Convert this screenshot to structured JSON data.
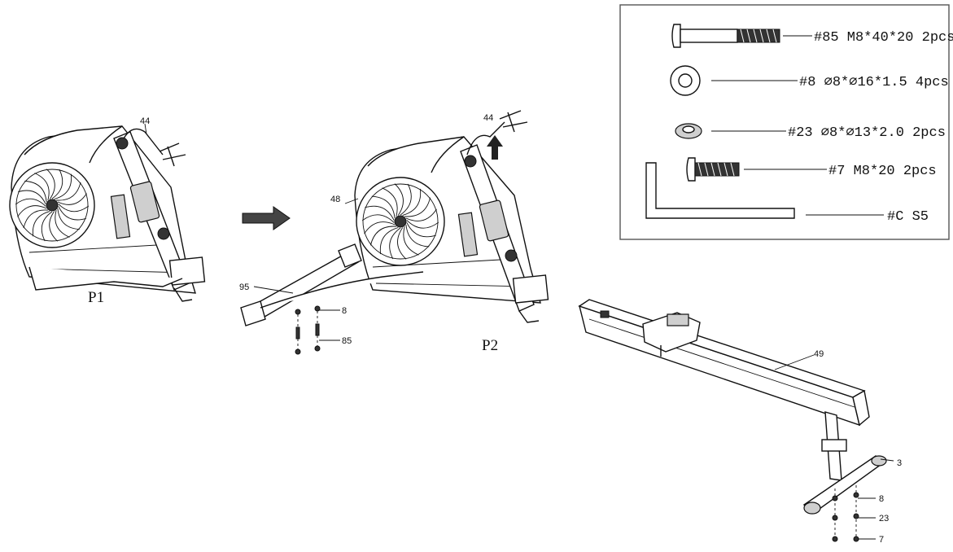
{
  "labels": {
    "p1": "P1",
    "p2": "P2"
  },
  "callouts": {
    "p1_part_44": "44",
    "p2_part_44": "44",
    "p2_part_48": "48",
    "p2_part_95": "95",
    "p2_part_8": "8",
    "p2_part_85": "85",
    "rail_part_49": "49",
    "rail_part_3": "3",
    "rail_part_8": "8",
    "rail_part_23": "23",
    "rail_part_7": "7"
  },
  "hardware_list": [
    {
      "label": "#85 M8*40*20 2pcs",
      "icon": "bolt-long-icon"
    },
    {
      "label": "#8 ∅8*∅16*1.5 4pcs",
      "icon": "flat-washer-icon"
    },
    {
      "label": "#23 ∅8*∅13*2.0 2pcs",
      "icon": "spring-washer-icon"
    },
    {
      "label": "#7 M8*20 2pcs",
      "icon": "bolt-short-icon"
    },
    {
      "label": "#C S5",
      "icon": "allen-key-icon"
    }
  ]
}
